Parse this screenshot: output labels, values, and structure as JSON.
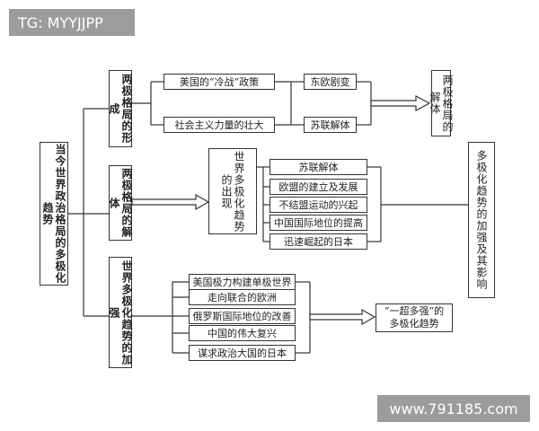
{
  "badge": "TG: MYYJJPP",
  "watermark": "www.791185.com",
  "root": "当今世界政治格局的多极化趋势",
  "section1": {
    "title": "两极格局的形成",
    "items": [
      "美国的“冷战”政策",
      "社会主义力量的壮大"
    ],
    "events": [
      "东欧剧变",
      "苏联解体"
    ],
    "result": "两极格局的解体"
  },
  "section2": {
    "title": "两极格局的解体",
    "middle": "世界多极化趋势的出现",
    "items": [
      "苏联解体",
      "欧盟的建立及发展",
      "不结盟运动的兴起",
      "中国国际地位的提高",
      "迅速崛起的日本"
    ],
    "result": "多极化趋势的加强及其影响"
  },
  "section3": {
    "title": "世界多极化趋势的加强",
    "items": [
      "美国极力构建单极世界",
      "走向联合的欧洲",
      "俄罗斯国际地位的改善",
      "中国的伟大复兴",
      "谋求政治大国的日本"
    ],
    "result": "“一超多强”的\n多极化趋势"
  }
}
